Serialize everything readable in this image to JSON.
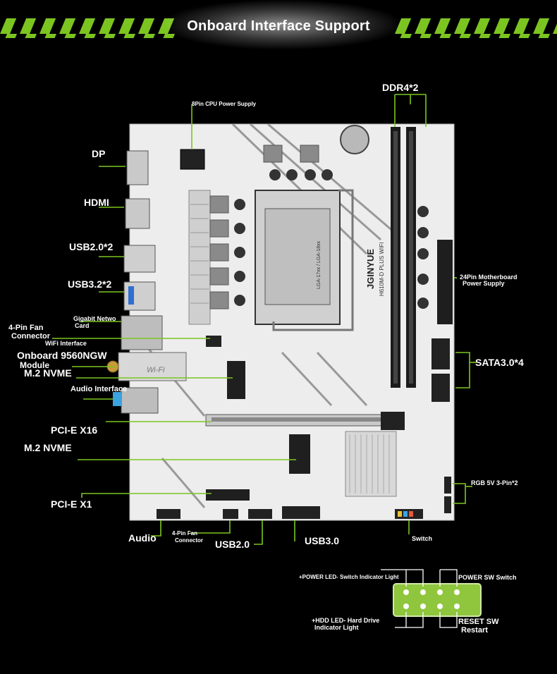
{
  "title": "Onboard Interface Support",
  "board": {
    "brand": "JGINYUE",
    "model": "H610M-D PLUS WIFI",
    "socket": "LGA-17xx / LGA-18xx",
    "wifi_badge": "Wi-Fi"
  },
  "labels": {
    "cpu_power": "8Pin CPU Power Supply",
    "ddr4": "DDR4*2",
    "dp": "DP",
    "hdmi": "HDMI",
    "usb20_rear": "USB2.0*2",
    "usb32_rear": "USB3.2*2",
    "gigabit_line1": "Gigabit Netwo",
    "gigabit_line2": "Card",
    "fan_line1": "4-Pin Fan",
    "fan_line2": "Connector",
    "wifi_interface": "WiFi Interface",
    "module_line1": "Onboard 9560NGW",
    "module_line2": "Module",
    "m2_top": "M.2 NVME",
    "audio_interface": "Audio Interface",
    "pcie_x16": "PCI-E X16",
    "m2_bottom": "M.2 NVME",
    "pcie_x1": "PCI-E X1",
    "audio": "Audio",
    "fan2_line1": "4-Pin Fan",
    "fan2_line2": "Connector",
    "usb20": "USB2.0",
    "usb30": "USB3.0",
    "switch": "Switch",
    "atx24_line1": "24Pin Motherboard",
    "atx24_line2": "Power Supply",
    "sata": "SATA3.0*4",
    "rgb": "RGB 5V 3-Pin*2"
  },
  "front_panel": {
    "power_led": "+POWER LED- Switch Indicator Light",
    "power_sw": "POWER SW Switch",
    "hdd_led_line1": "+HDD LED- Hard Drive",
    "hdd_led_line2": "Indicator Light",
    "reset_line1": "RESET SW",
    "reset_line2": "Restart"
  },
  "colors": {
    "accent": "#7cc520",
    "board": "#ececec",
    "pin_block": "#8fc63d"
  }
}
